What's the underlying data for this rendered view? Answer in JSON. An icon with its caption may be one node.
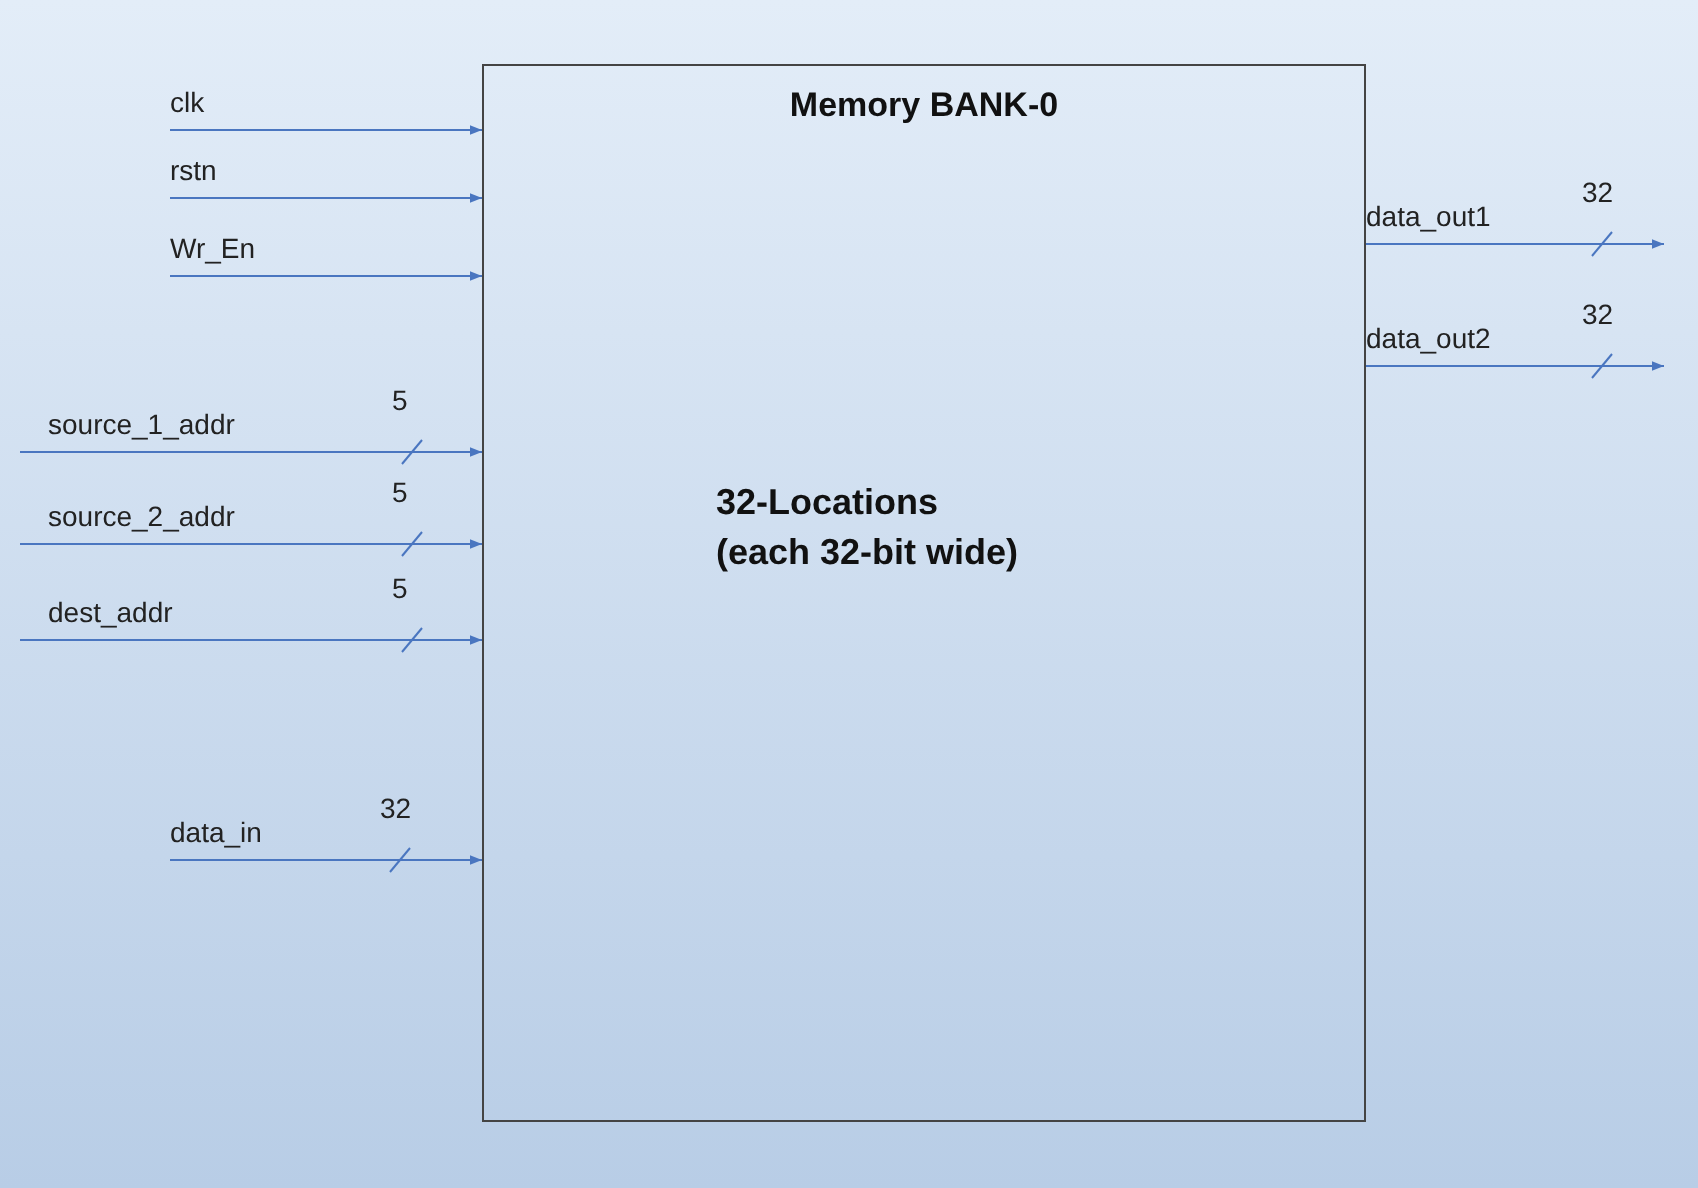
{
  "diagram": {
    "nodes": [
      {
        "text": [
          "Memory BANK-0",
          "32-Locations (each 32-bit wide)"
        ]
      },
      {
        "text": [
          "clk"
        ]
      },
      {
        "text": [
          "rstn"
        ]
      },
      {
        "text": [
          "Wr_En"
        ]
      },
      {
        "text": [
          "source_1_addr"
        ]
      },
      {
        "text": [
          "source_2_addr"
        ]
      },
      {
        "text": [
          "dest_addr"
        ]
      },
      {
        "text": [
          "data_in"
        ]
      }
    ],
    "edges": [
      {
        "from": 1,
        "to": 0,
        "arrow": "to"
      },
      {
        "from": 2,
        "to": 0,
        "arrow": "to"
      },
      {
        "from": 3,
        "to": 0,
        "arrow": "to"
      },
      {
        "from": 4,
        "to": 0,
        "arrow": "to"
      },
      {
        "from": 5,
        "to": 0,
        "arrow": "to"
      },
      {
        "from": 6,
        "to": 0,
        "arrow": "to"
      },
      {
        "from": 7,
        "to": 0,
        "arrow": "to"
      },
      {
        "from": 0,
        "to": null,
        "arrow": "to"
      },
      {
        "from": 0,
        "to": null,
        "arrow": "to"
      }
    ],
    "labels": [
      "data_out1",
      "32",
      "data_out2",
      "32",
      "5",
      "5",
      "5",
      "32"
    ]
  }
}
